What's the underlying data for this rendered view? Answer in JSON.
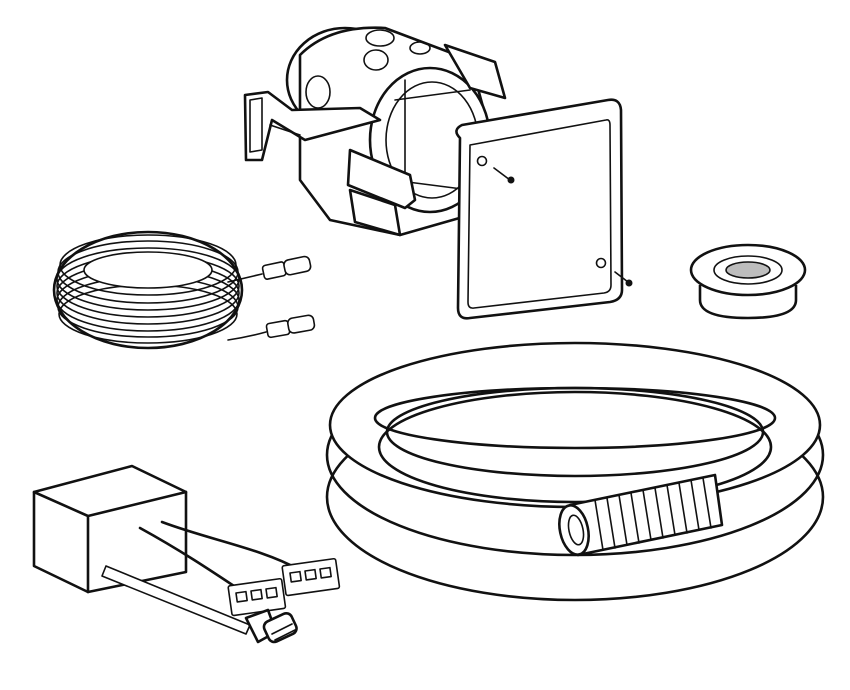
{
  "figure": {
    "components": [
      {
        "id": "junction-box",
        "icon": "junction-box-with-cover-plate"
      },
      {
        "id": "extension-cable",
        "icon": "coiled-cable-with-plugs"
      },
      {
        "id": "grommet",
        "icon": "rubber-sealing-ring"
      },
      {
        "id": "conduit",
        "icon": "coiled-corrugated-conduit"
      },
      {
        "id": "power-supply",
        "icon": "power-supply-unit-with-connectors"
      }
    ],
    "colors": {
      "line": "#111111",
      "background": "#ffffff",
      "shade": "#bdbdbd"
    }
  }
}
